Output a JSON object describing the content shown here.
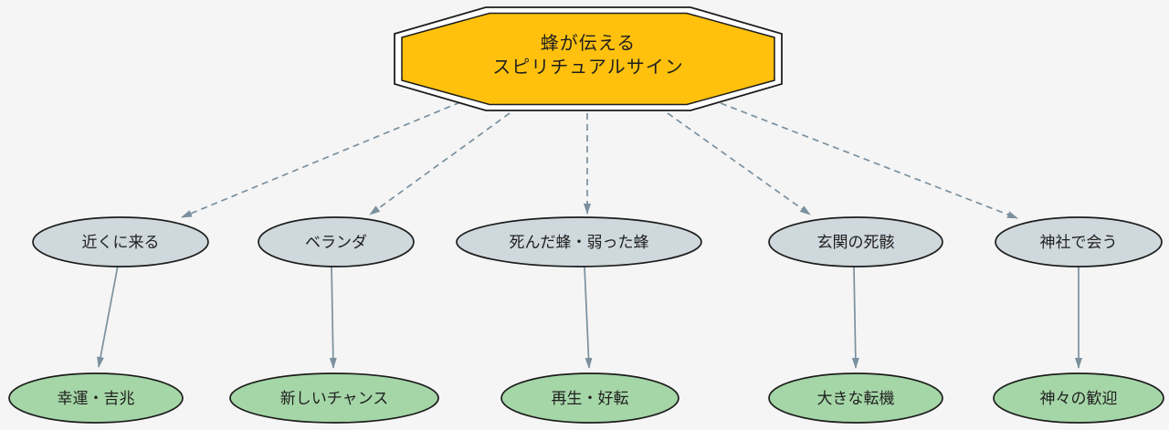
{
  "diagram_title": "蜂が伝えるスピリチュアルサイン",
  "colors": {
    "background": "#f5f5f5",
    "root-fill": "#ffc10d",
    "root-ring": "#ffffff",
    "node-stroke": "#1c1c1c",
    "sign-fill": "#cfd8dc",
    "meaning-fill": "#a5d6a7",
    "edge": "#7b909e",
    "text": "#1f1f1f"
  },
  "root": {
    "shape": "doubleoctagon",
    "line1": "蜂が伝える",
    "line2": "スピリチュアルサイン"
  },
  "branches": [
    {
      "sign": "近くに来る",
      "meaning": "幸運・吉兆"
    },
    {
      "sign": "ベランダ",
      "meaning": "新しいチャンス"
    },
    {
      "sign": "死んだ蜂・弱った蜂",
      "meaning": "再生・好転"
    },
    {
      "sign": "玄関の死骸",
      "meaning": "大きな転機"
    },
    {
      "sign": "神社で会う",
      "meaning": "神々の歓迎"
    }
  ],
  "edge_styles": {
    "root_to_sign": "dashed",
    "sign_to_meaning": "solid"
  }
}
